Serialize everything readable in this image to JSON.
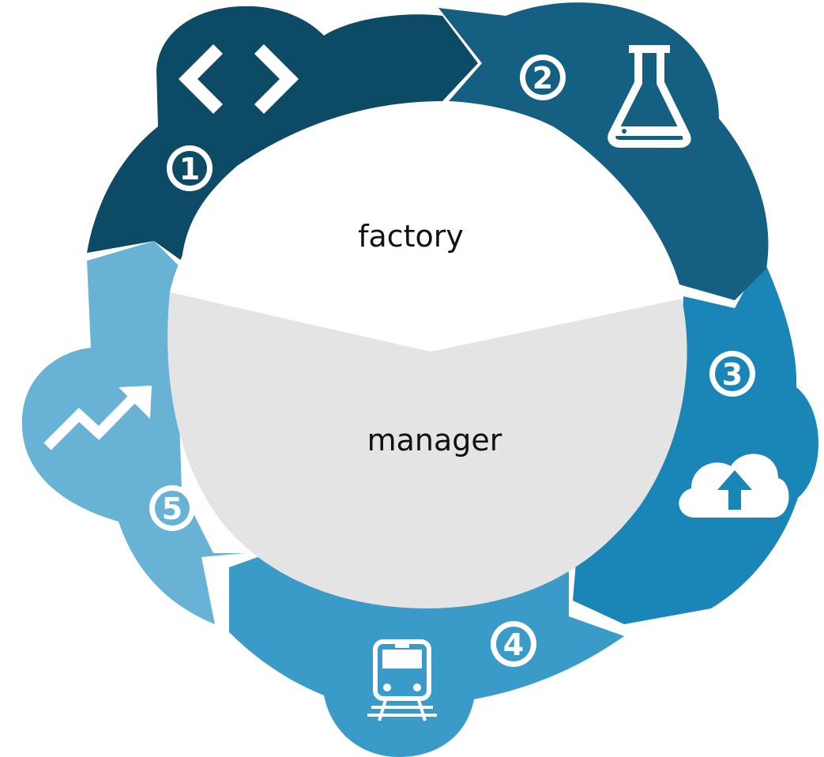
{
  "diagram": {
    "center_top_label": "factory",
    "center_bottom_label": "manager",
    "colors": {
      "stage1": "#0d4a66",
      "stage2": "#145f82",
      "stage3": "#1a86b8",
      "stage4": "#3a9bc9",
      "stage5": "#68b2d6",
      "center_top": "#ffffff",
      "center_bottom": "#e4e4e4",
      "icon": "#ffffff"
    },
    "stages": [
      {
        "number": "1",
        "icon": "code-brackets-icon"
      },
      {
        "number": "2",
        "icon": "flask-icon"
      },
      {
        "number": "3",
        "icon": "cloud-upload-icon"
      },
      {
        "number": "4",
        "icon": "train-icon"
      },
      {
        "number": "5",
        "icon": "trend-arrow-icon"
      }
    ]
  }
}
